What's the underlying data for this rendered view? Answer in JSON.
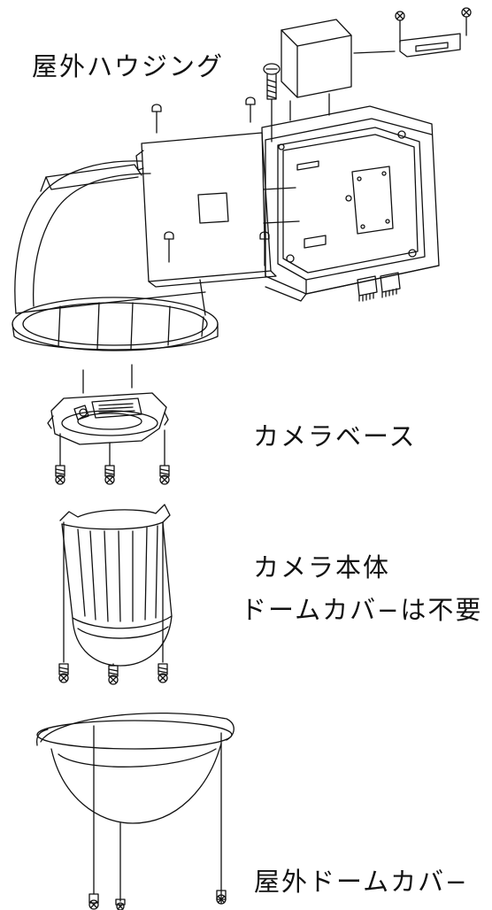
{
  "labels": {
    "outdoor_housing": "屋外ハウジング",
    "camera_base": "カメラベース",
    "camera_body": "カメラ本体",
    "no_dome_cover": "ドームカバ−は不要",
    "outdoor_dome_cover": "屋外ドームカバ−"
  },
  "colors": {
    "line": "#111111",
    "background": "#ffffff"
  }
}
